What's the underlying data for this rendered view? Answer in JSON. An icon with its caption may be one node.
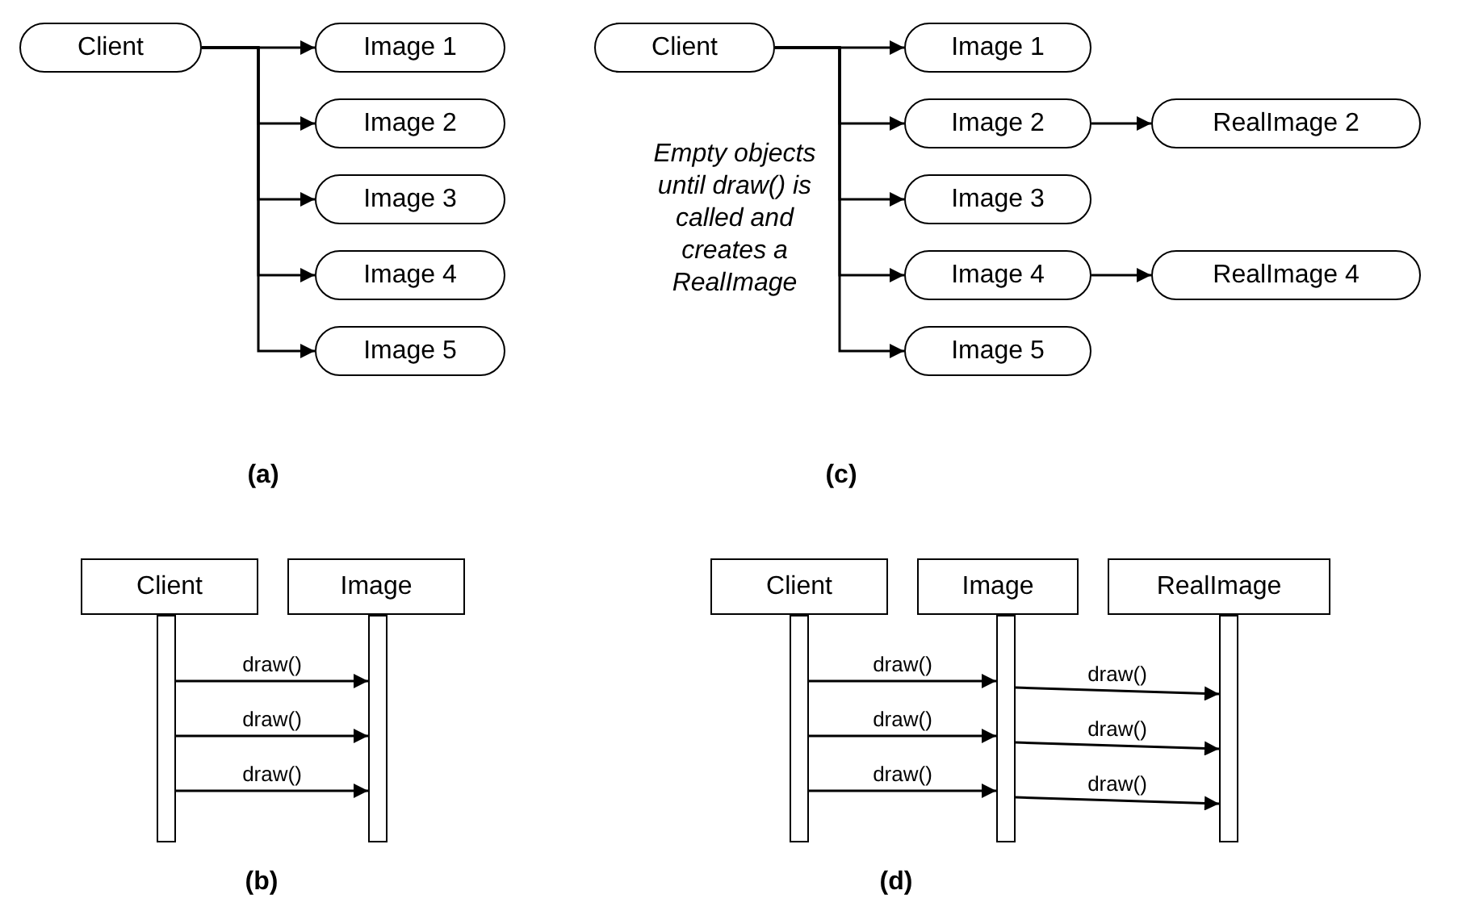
{
  "diagram": {
    "nodes": [
      {
        "text": [
          "Client"
        ]
      },
      {
        "text": [
          "Image 1"
        ]
      },
      {
        "text": [
          "Image 2"
        ]
      },
      {
        "text": [
          "Image 3"
        ]
      },
      {
        "text": [
          "Image 4"
        ]
      },
      {
        "text": [
          "Image 5"
        ]
      },
      {
        "text": [
          "Client"
        ]
      },
      {
        "text": [
          "Image 1"
        ]
      },
      {
        "text": [
          "Image 2"
        ]
      },
      {
        "text": [
          "Image 3"
        ]
      },
      {
        "text": [
          "Image 4"
        ]
      },
      {
        "text": [
          "Image 5"
        ]
      },
      {
        "text": [
          "RealImage 2"
        ]
      },
      {
        "text": [
          "RealImage 4"
        ]
      },
      {
        "text": [
          "Client"
        ]
      },
      {
        "text": [
          "Image"
        ]
      },
      {
        "text": [],
        "shape": "bar"
      },
      {
        "text": [],
        "shape": "bar"
      },
      {
        "text": [
          "Client"
        ]
      },
      {
        "text": [
          "Image"
        ]
      },
      {
        "text": [
          "RealImage"
        ]
      },
      {
        "text": [],
        "shape": "bar"
      },
      {
        "text": [],
        "shape": "bar"
      },
      {
        "text": [],
        "shape": "bar"
      }
    ],
    "edges": [
      {
        "from": 0,
        "to": 1,
        "arrow": "to"
      },
      {
        "from": 0,
        "to": 2,
        "arrow": "to"
      },
      {
        "from": 0,
        "to": 3,
        "arrow": "to"
      },
      {
        "from": 0,
        "to": 4,
        "arrow": "to"
      },
      {
        "from": 0,
        "to": 5,
        "arrow": "to"
      },
      {
        "from": 6,
        "to": 7,
        "arrow": "to"
      },
      {
        "from": 6,
        "to": 8,
        "arrow": "to"
      },
      {
        "from": 6,
        "to": 9,
        "arrow": "to"
      },
      {
        "from": 6,
        "to": 10,
        "arrow": "to"
      },
      {
        "from": 6,
        "to": 11,
        "arrow": "to"
      },
      {
        "from": 8,
        "to": 12,
        "arrow": "to"
      },
      {
        "from": 10,
        "to": 13,
        "arrow": "to"
      },
      {
        "from": 16,
        "to": 17,
        "arrow": "to",
        "label": "draw()"
      },
      {
        "from": 16,
        "to": 17,
        "arrow": "to",
        "label": "draw()"
      },
      {
        "from": 16,
        "to": 17,
        "arrow": "to",
        "label": "draw()"
      },
      {
        "from": 21,
        "to": 22,
        "arrow": "to",
        "label": "draw()"
      },
      {
        "from": 21,
        "to": 22,
        "arrow": "to",
        "label": "draw()"
      },
      {
        "from": 21,
        "to": 22,
        "arrow": "to",
        "label": "draw()"
      },
      {
        "from": 22,
        "to": 23,
        "arrow": "to",
        "label": "draw()"
      },
      {
        "from": 22,
        "to": 23,
        "arrow": "to",
        "label": "draw()"
      },
      {
        "from": 22,
        "to": 23,
        "arrow": "to",
        "label": "draw()"
      }
    ],
    "labels": [
      "Empty objects until draw() is called and creates a RealImage",
      "(a)",
      "(c)",
      "(b)",
      "(d)"
    ]
  }
}
